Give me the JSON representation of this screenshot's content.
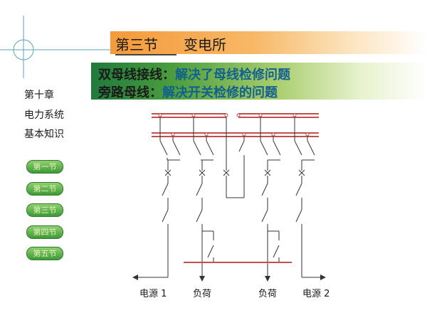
{
  "header": {
    "section": "第三节",
    "name": "变电所"
  },
  "topics": [
    {
      "key": "双母线接线：",
      "value": "解决了母线检修问题"
    },
    {
      "key": "旁路母线：",
      "value": "解决开关检修的问题"
    }
  ],
  "chapter": {
    "line1": "第十章",
    "line2": "电力系统",
    "line3": "基本知识"
  },
  "nav": [
    {
      "label": "第一节"
    },
    {
      "label": "第二节"
    },
    {
      "label": "第三节"
    },
    {
      "label": "第四节"
    },
    {
      "label": "第五节"
    }
  ],
  "labels": {
    "source1": "电源 1",
    "load1": "负荷",
    "load2": "负荷",
    "source2": "电源 2"
  },
  "colors": {
    "bus": "#c0504d",
    "wire": "#333333",
    "header": "#f59a3a",
    "topic_text": "#11608f",
    "nav": "#3e9a37"
  }
}
